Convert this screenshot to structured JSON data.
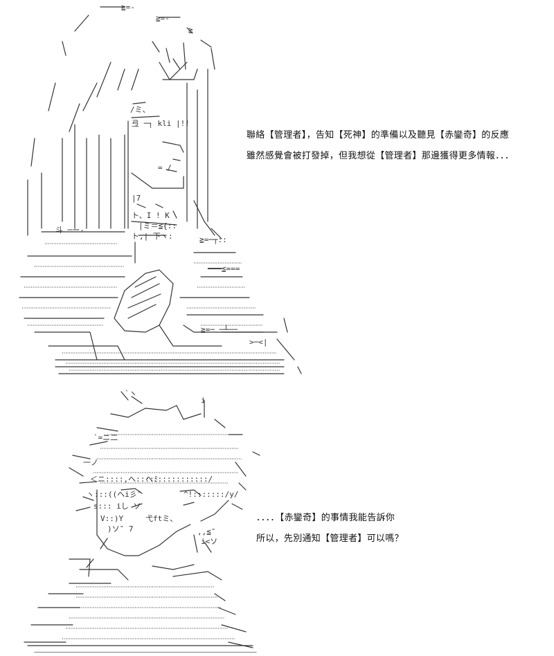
{
  "panels": [
    {
      "id": "top",
      "art": "ascii-art-figure-long-hair-hands-clasped",
      "lines": [
        "聯絡【管理者】，告知【死神】的準備以及聽見【赤鑾奇】的反應",
        "雖然感覺會被打發掉，但我想從【管理者】那邊獲得更多情報．．．"
      ]
    },
    {
      "id": "bottom",
      "art": "ascii-art-figure-spiky-hair-closed-eyes",
      "lines": [
        "．．．．【赤鑾奇】的事情我能告訴你",
        "所以，先別通知【管理者】可以嗎？"
      ]
    }
  ],
  "colors": {
    "background": "#ffffff",
    "text": "#111111",
    "art_ink": "#333333"
  }
}
